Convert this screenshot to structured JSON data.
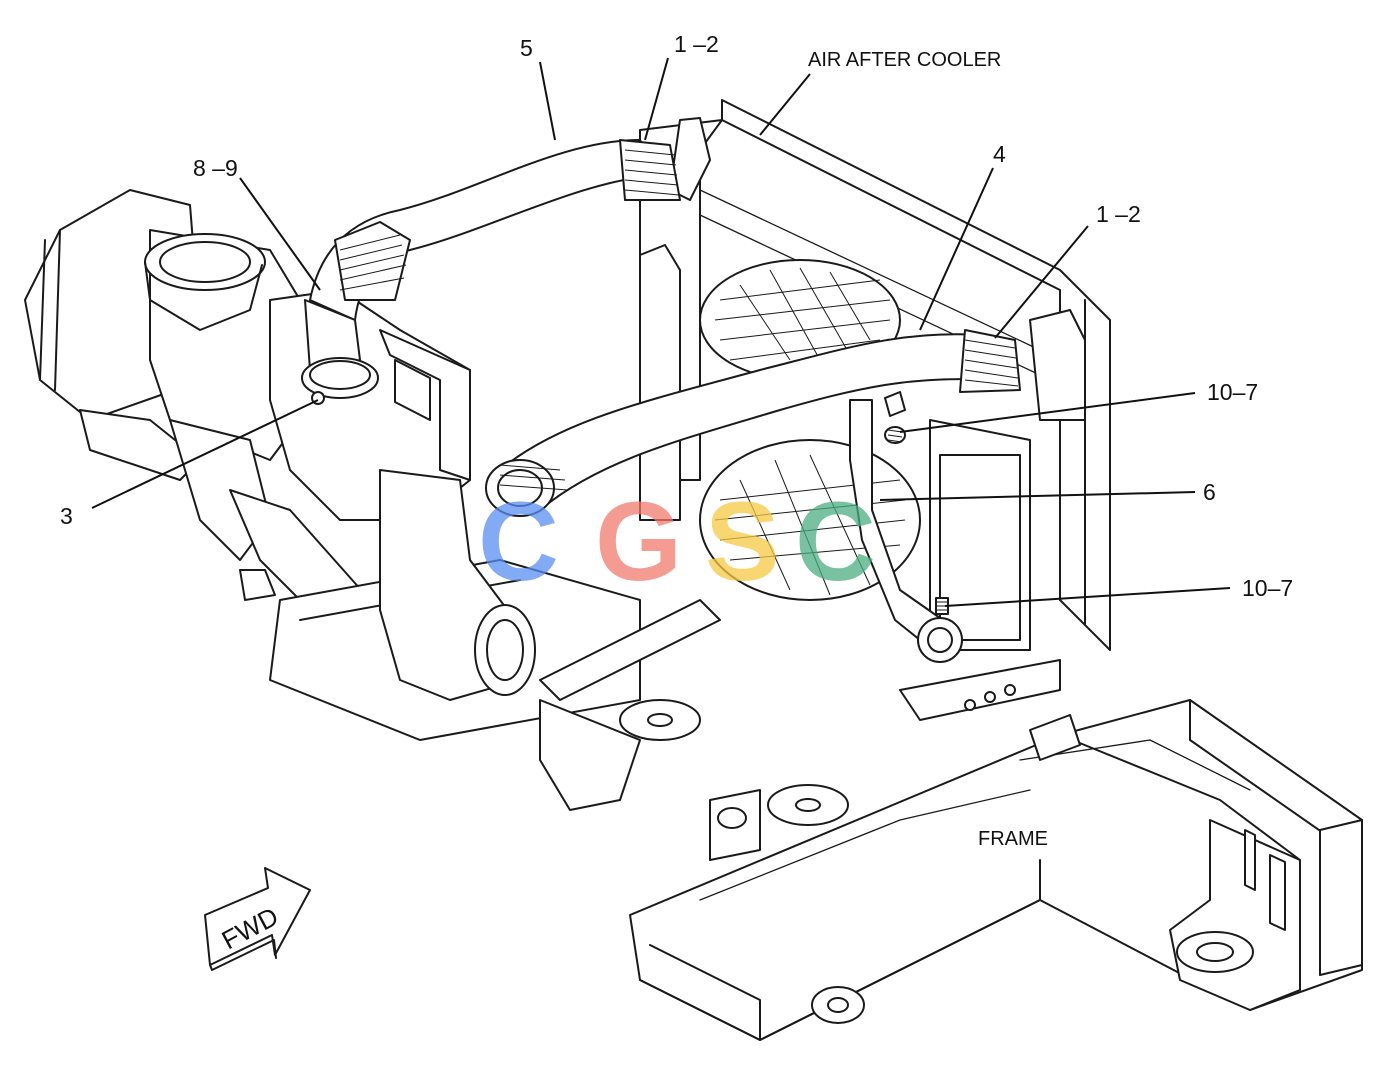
{
  "diagram": {
    "callouts": [
      {
        "id": "c5",
        "label": "5"
      },
      {
        "id": "c12a",
        "label": "1 –2"
      },
      {
        "id": "c89",
        "label": "8 –9"
      },
      {
        "id": "c4",
        "label": "4"
      },
      {
        "id": "c12b",
        "label": "1 –2"
      },
      {
        "id": "c107a",
        "label": "10–7"
      },
      {
        "id": "c6",
        "label": "6"
      },
      {
        "id": "c107b",
        "label": "10–7"
      },
      {
        "id": "c3",
        "label": "3"
      }
    ],
    "named_labels": {
      "air_after_cooler": "AIR AFTER COOLER",
      "frame": "FRAME"
    },
    "direction_arrow": {
      "label": "FWD",
      "icon": "forward-arrow-icon"
    },
    "watermark": {
      "letters": [
        "C",
        "G",
        "S",
        "C"
      ],
      "colors": [
        "#5a8df0",
        "#f07a6e",
        "#f5c842",
        "#4cae82"
      ],
      "opacity": 0.75
    },
    "colors": {
      "line": "#1a1a1a",
      "background": "#ffffff"
    }
  }
}
